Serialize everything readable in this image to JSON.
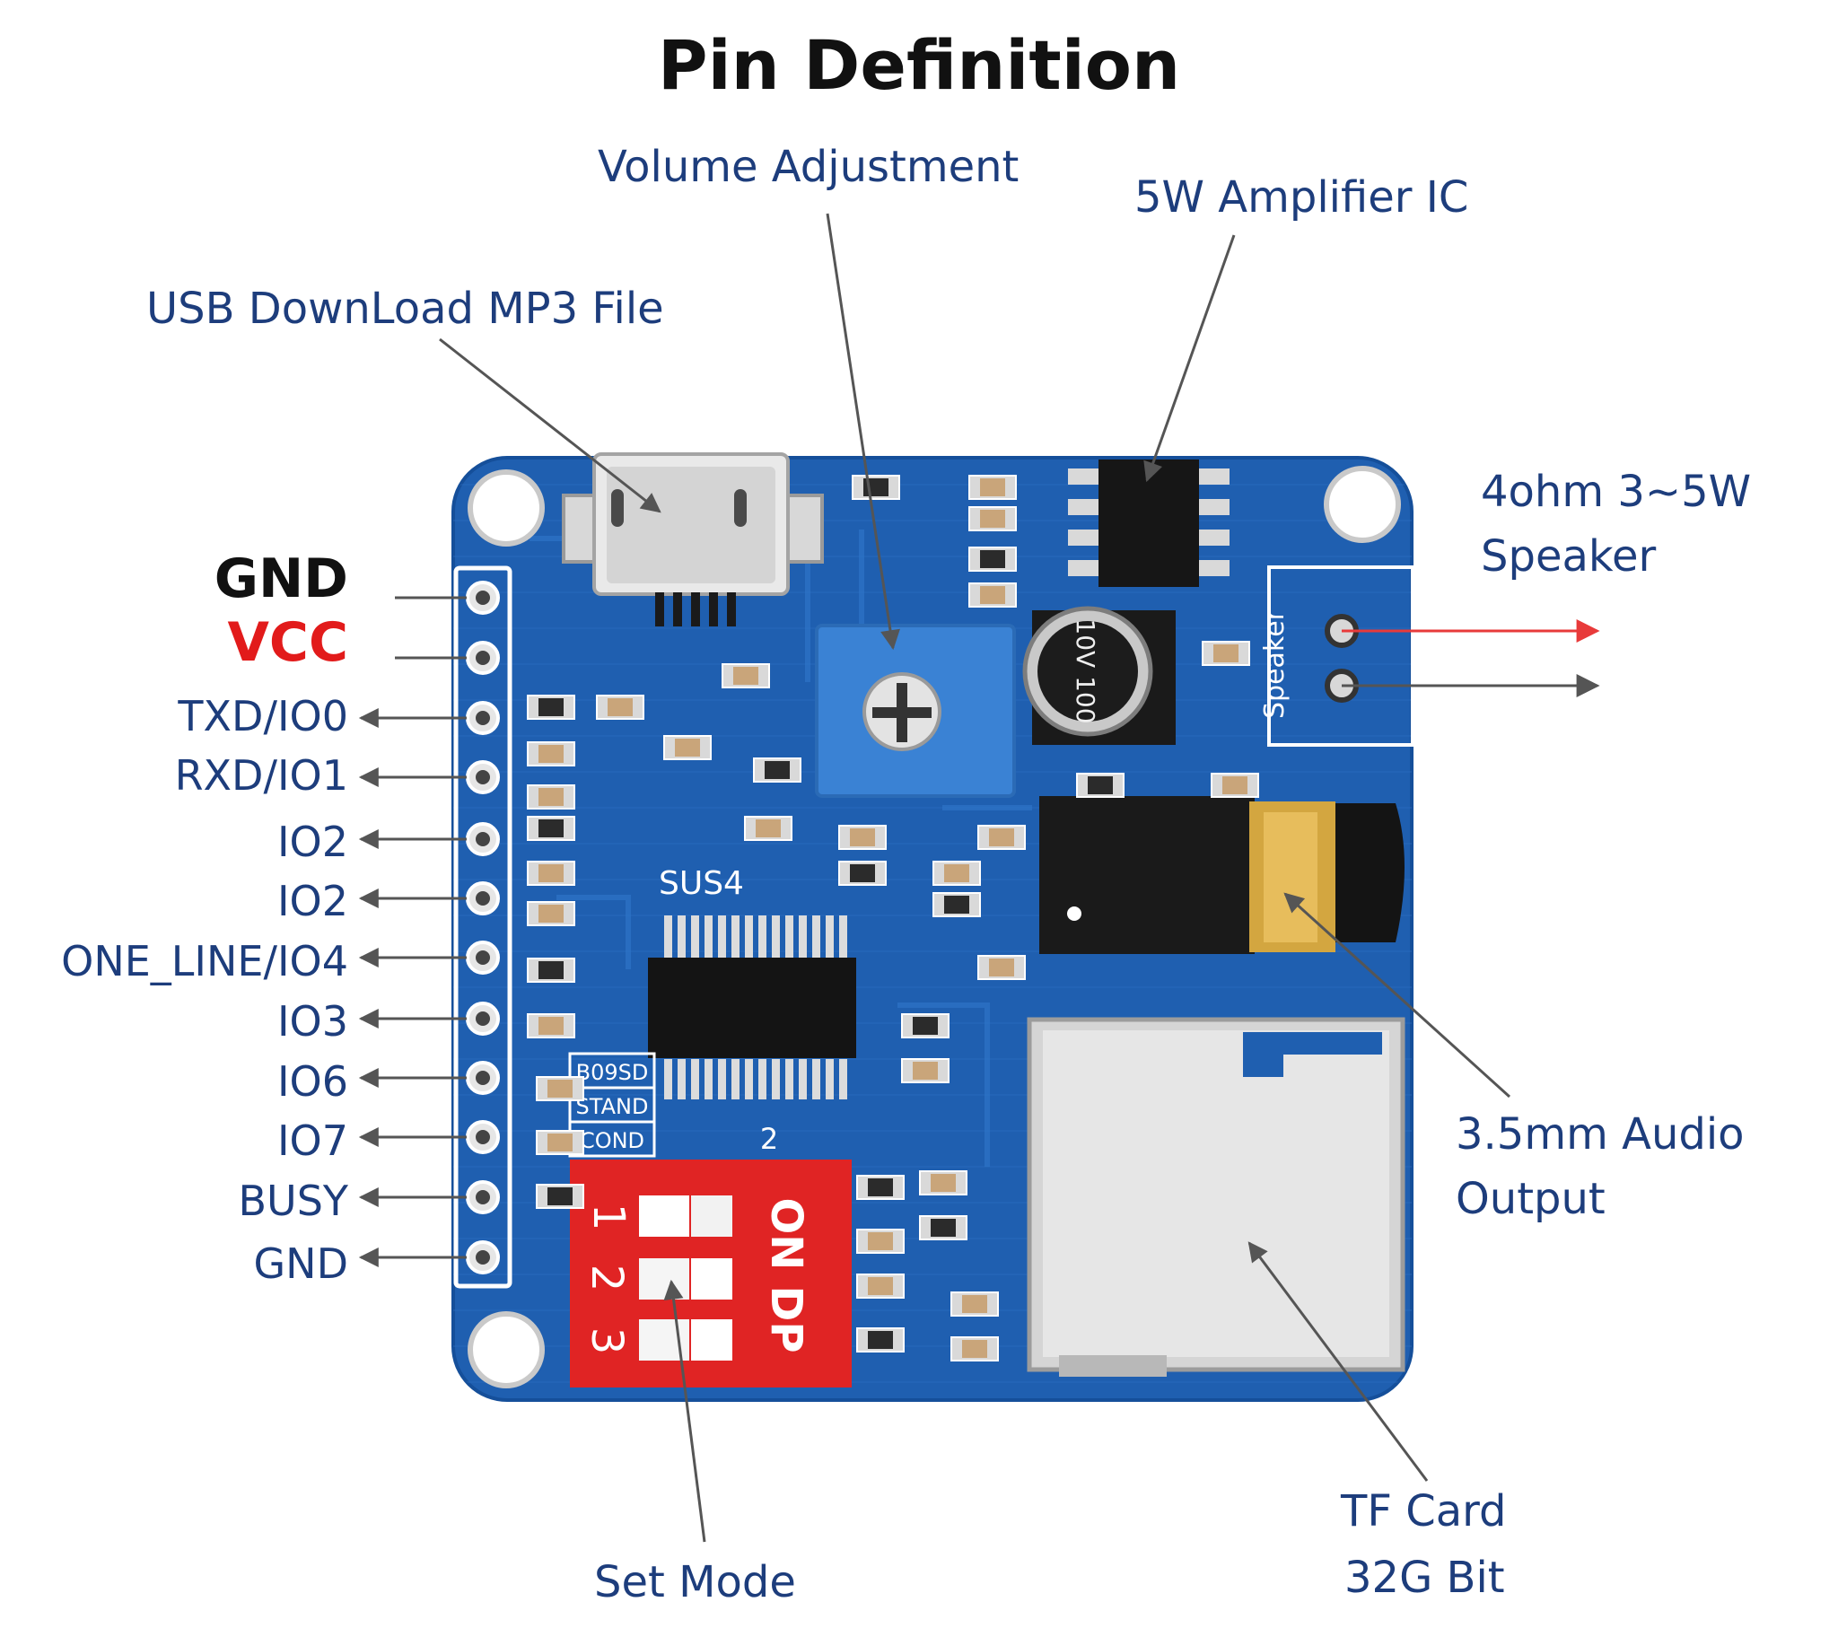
{
  "title": "Pin Definition",
  "callouts": {
    "volume": "Volume Adjustment",
    "amp": "5W Amplifier IC",
    "usb": "USB DownLoad MP3 File",
    "speaker_line1": "4ohm 3~5W",
    "speaker_line2": "Speaker",
    "audio_line1": "3.5mm Audio",
    "audio_line2": "Output",
    "tf_line1": "TF Card",
    "tf_line2": "32G Bit",
    "setmode": "Set Mode"
  },
  "pins": [
    "GND",
    "VCC",
    "TXD/IO0",
    "RXD/IO1",
    "IO2",
    "IO2",
    "ONE_LINE/IO4",
    "IO3",
    "IO6",
    "IO7",
    "BUSY",
    "GND"
  ],
  "board_text": {
    "chip": "SUS4",
    "sel_1": "B09SD",
    "sel_2": "STAND",
    "sel_3": "COND",
    "dip_on": "ON",
    "dip_dp": "DP",
    "dip_n1": "1",
    "dip_n2": "2",
    "dip_n3": "3",
    "speaker_silk": "Speaker",
    "cap_silk": "10V 100",
    "pos_2": "2"
  },
  "colors": {
    "pcb": "#1f5fb0",
    "label_text": "#1d3d7c",
    "vcc": "#e21b1b",
    "dip_switch": "#e02424",
    "arrow_red": "#e83a3a",
    "pot": "#3a82d4"
  }
}
